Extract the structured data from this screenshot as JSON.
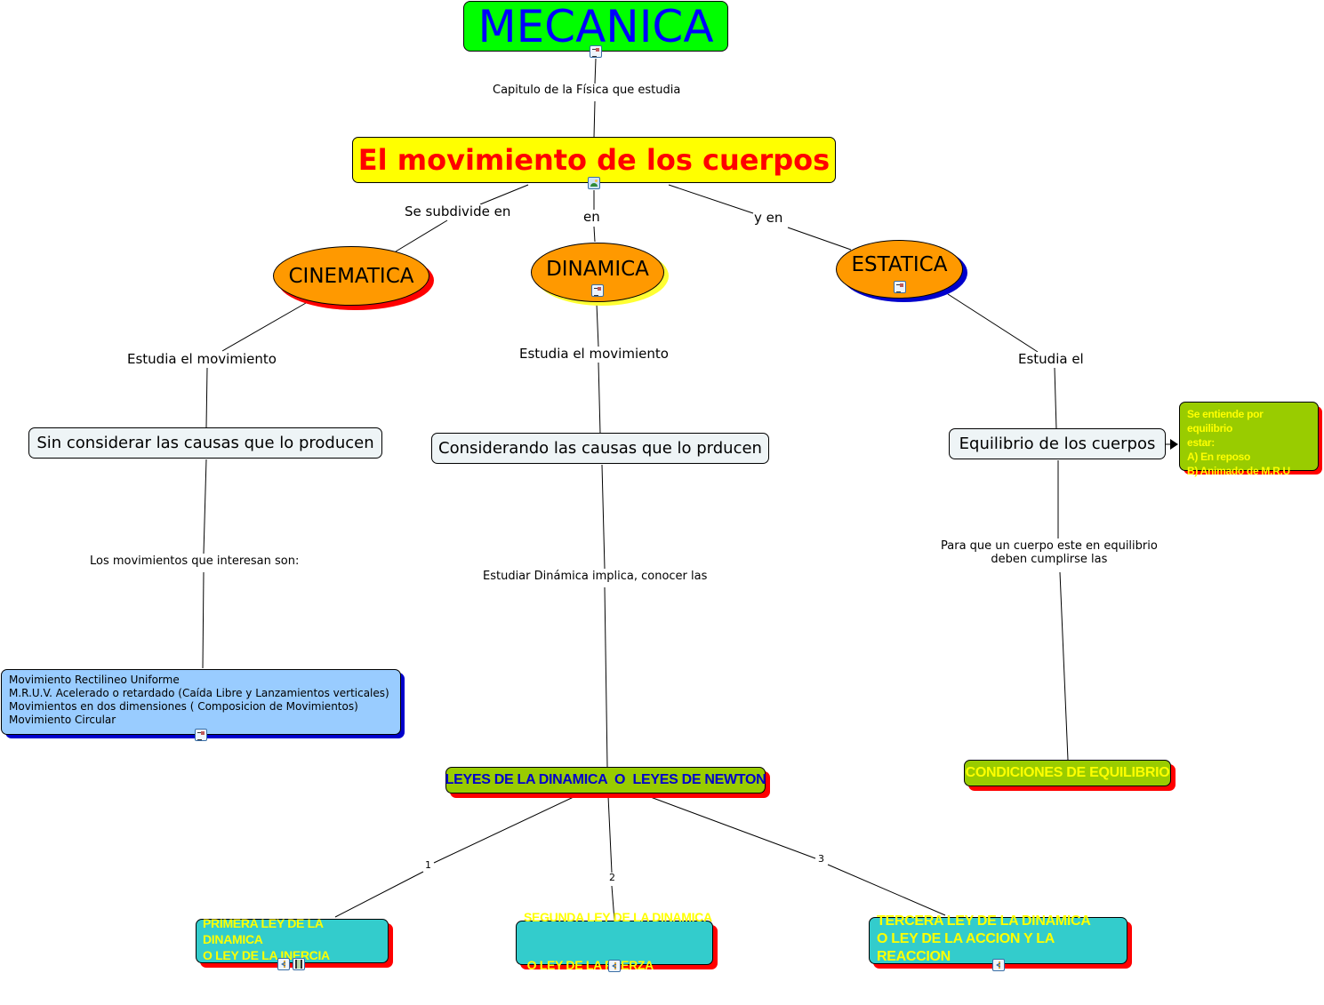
{
  "title": "MECANICA",
  "colors": {
    "title_fill": "#00ff00",
    "title_text": "#0000ff",
    "main_fill": "#ffff00",
    "main_text": "#ff0000",
    "branch_fill": "#ff9900",
    "concept_fill": "#eef4f6",
    "law_group_fill": "#99cc00",
    "law_fill": "#33cccc",
    "law_text": "#ffff00",
    "kinematics_list_fill": "#99ccff",
    "shadow_red": "#ff0000",
    "shadow_blue": "#0000cc",
    "shadow_yellow": "#ffff33"
  },
  "nodes": {
    "mecanica": {
      "label": "MECANICA",
      "icons": [
        "document-image-icon"
      ]
    },
    "movimiento": {
      "label": "El movimiento de los cuerpos",
      "icons": [
        "image-icon"
      ]
    },
    "cinematica": {
      "label": "CINEMATICA"
    },
    "dinamica": {
      "label": "DINAMICA",
      "icons": [
        "document-image-icon"
      ]
    },
    "estatica": {
      "label": "ESTATICA",
      "icons": [
        "document-image-icon"
      ]
    },
    "sin_causas": {
      "label": "Sin considerar las causas que lo producen"
    },
    "con_causas": {
      "label": "Considerando las causas que lo prducen"
    },
    "equilibrio": {
      "label": "Equilibrio de los cuerpos"
    },
    "equilibrio_def": {
      "lines": [
        "Se entiende por equilibrio",
        "estar:",
        "A) En reposo",
        "B) Animado de M.R.U"
      ]
    },
    "movimientos_lista": {
      "lines": [
        "Movimiento Rectilineo Uniforme",
        "M.R.U.V. Acelerado o retardado (Caída Libre y Lanzamientos verticales)",
        "Movimientos en dos dimensiones ( Composicion de Movimientos)",
        "Movimiento Circular"
      ],
      "icons": [
        "document-image-icon"
      ]
    },
    "leyes": {
      "label": "LEYES DE LA DINAMICA  O  LEYES DE NEWTON"
    },
    "condiciones": {
      "label": "CONDICIONES DE EQUILIBRIO"
    },
    "ley1": {
      "lines": [
        "PRIMERA LEY DE LA DINAMICA",
        "O LEY DE LA INERCIA"
      ],
      "icons": [
        "sound-icon",
        "video-icon"
      ]
    },
    "ley2": {
      "lines": [
        "SEGUNDA LEY DE LA DINAMICA",
        " O LEY DE LA FUERZA"
      ],
      "icons": [
        "sound-icon"
      ]
    },
    "ley3": {
      "lines": [
        "TERCERA LEY DE LA DINAMICA",
        "O LEY DE LA ACCION Y LA REACCION"
      ],
      "icons": [
        "sound-icon"
      ]
    }
  },
  "links": {
    "capitulo": "Capitulo de la Física que estudia",
    "subdivide": "Se subdivide en",
    "en": "en",
    "y_en": "y en",
    "estudia_mov_1": "Estudia el movimiento",
    "estudia_mov_2": "Estudia el movimiento",
    "estudia_el": "Estudia el",
    "interesan": "Los movimientos que interesan son:",
    "implica": "Estudiar Dinámica implica, conocer las",
    "para_que": [
      "Para que un cuerpo este en equilibrio",
      "deben cumplirse las"
    ],
    "num1": "1",
    "num2": "2",
    "num3": "3"
  }
}
